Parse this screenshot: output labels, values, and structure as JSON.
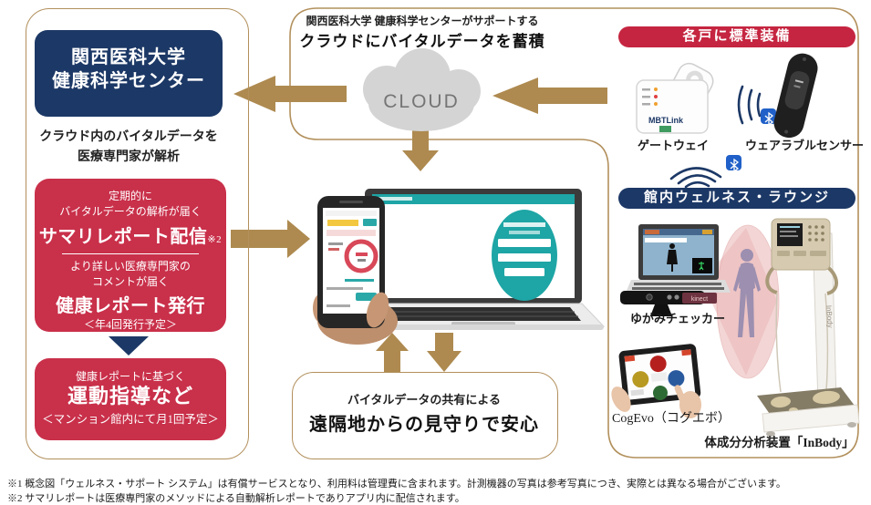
{
  "colors": {
    "outline_tan": "#b2905c",
    "arrow_gold": "#ae8a50",
    "navy": "#1c3866",
    "red_box": "#c9304a",
    "red_banner": "#c52540",
    "cloud_gray": "#d4d4d4",
    "teal": "#1ea5a5"
  },
  "left_panel": {
    "university_box": {
      "line1": "関西医科大学",
      "line2": "健康科学センター"
    },
    "university_caption": {
      "line1": "クラウド内のバイタルデータを",
      "line2": "医療専門家が解析"
    },
    "report_box": {
      "line1": "定期的に",
      "line2": "バイタルデータの解析が届く",
      "title1": "サマリレポート配信",
      "title1_note": "※2",
      "line3": "より詳しい医療専門家の",
      "line4": "コメントが届く",
      "title2": "健康レポート発行",
      "schedule": "＜年4回発行予定＞"
    },
    "exercise_box": {
      "line1": "健康レポートに基づく",
      "title": "運動指導など",
      "schedule": "＜マンション館内にて月1回予定＞"
    }
  },
  "cloud_section": {
    "caption": "関西医科大学 健康科学センターがサポートする",
    "title": "クラウドにバイタルデータを蓄積",
    "cloud_label": "CLOUD"
  },
  "monitor_box": {
    "line1": "バイタルデータの共有による",
    "title": "遠隔地からの見守りで安心"
  },
  "home_section": {
    "banner": "各戸に標準装備",
    "gateway_brand": "MBTLink",
    "gateway_label": "ゲートウェイ",
    "wearable_label": "ウェアラブルセンサー"
  },
  "lounge_section": {
    "banner": "館内ウェルネス・ラウンジ",
    "kinect_label": "kinect",
    "yugami_label": "ゆがみチェッカー",
    "cogevo_label": "CogEvo（コグエボ）",
    "inbody_brand": "InBody",
    "inbody_label": "体成分分析装置「InBody」"
  },
  "footnotes": {
    "note1": "※1 概念図「ウェルネス・サポート システム」は有償サービスとなり、利用料は管理費に含まれます。計測機器の写真は参考写真につき、実際とは異なる場合がございます。",
    "note2": "※2 サマリレポートは医療専門家のメソッドによる自動解析レポートでありアプリ内に配信されます。"
  }
}
